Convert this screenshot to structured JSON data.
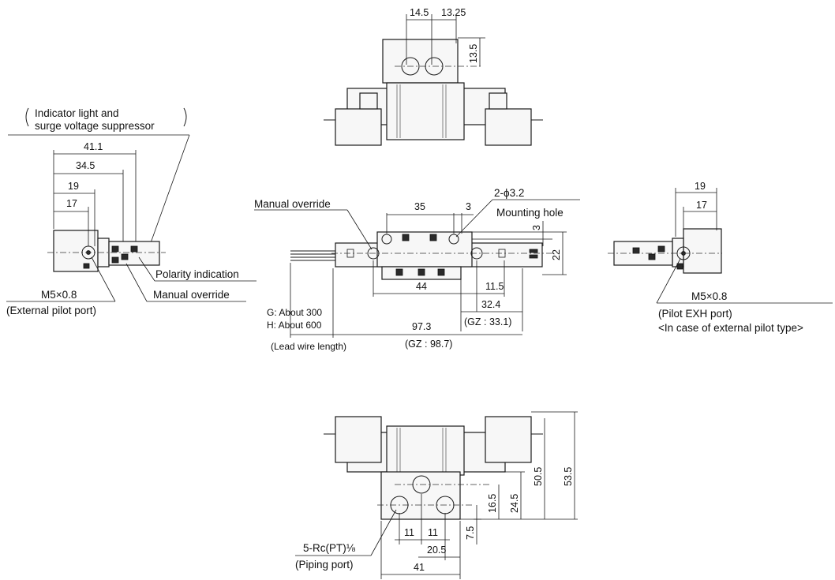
{
  "top_view": {
    "dims": {
      "a": "14.5",
      "b": "13.25",
      "c": "13.5"
    }
  },
  "left_view": {
    "note_line1": "Indicator light and",
    "note_line2": "surge voltage suppressor",
    "dims": {
      "d1": "41.1",
      "d2": "34.5",
      "d3": "19",
      "d4": "17"
    },
    "polarity": "Polarity indication",
    "manual": "Manual override",
    "port_size": "M5×0.8",
    "port_name": "(External pilot port)"
  },
  "center_view": {
    "manual": "Manual override",
    "holes": "2-ϕ3.2",
    "mounting": "Mounting hole",
    "dims": {
      "d35": "35",
      "d3a": "3",
      "d3b": "3",
      "d22": "22",
      "d11_5": "11.5",
      "d44": "44",
      "d32_4": "32.4",
      "gz33": "(GZ : 33.1)",
      "d97_3": "97.3",
      "gz98": "(GZ : 98.7)"
    },
    "lead_g": "G: About 300",
    "lead_h": "H: About 600",
    "lead_caption": "(Lead wire length)"
  },
  "right_view": {
    "dims": {
      "d19": "19",
      "d17": "17"
    },
    "port_size": "M5×0.8",
    "port_name": "(Pilot EXH port)",
    "note": "<In case of external pilot type>"
  },
  "bottom_view": {
    "dims": {
      "d50_5": "50.5",
      "d53_5": "53.5",
      "d24_5": "24.5",
      "d16_5": "16.5",
      "d7_5": "7.5",
      "d11a": "11",
      "d11b": "11",
      "d20_5": "20.5",
      "d41": "41"
    },
    "port": "5-Rc(PT)⅛",
    "port_name": "(Piping port)"
  }
}
